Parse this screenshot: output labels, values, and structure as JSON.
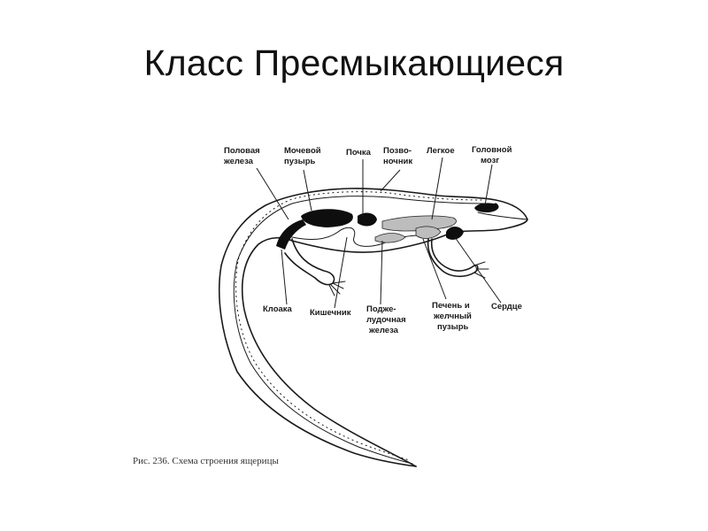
{
  "slide": {
    "title": "Класс Пресмыкающиеся"
  },
  "diagram": {
    "labels": {
      "gonad": [
        "Половая",
        "железа"
      ],
      "bladder": [
        "Мочевой",
        "пузырь"
      ],
      "kidney": [
        "Почка"
      ],
      "spine": [
        "Позво-",
        "ночник"
      ],
      "lung": [
        "Легкое"
      ],
      "brain": [
        "Головной",
        "мозг"
      ],
      "cloaca": [
        "Клоака"
      ],
      "intestine": [
        "Кишечник"
      ],
      "pancreas": [
        "Подже-",
        "лудочная",
        "железа"
      ],
      "liver": [
        "Печень и",
        "желчный",
        "пузырь"
      ],
      "heart": [
        "Сердце"
      ]
    },
    "caption": "Рис. 236. Схема строения ящерицы"
  }
}
